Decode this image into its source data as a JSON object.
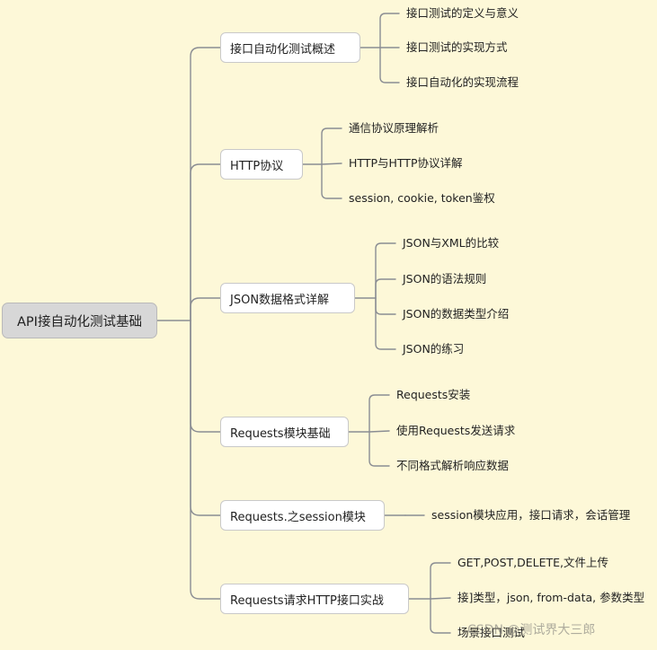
{
  "root": "API接自动化测试基础",
  "branches": [
    {
      "label": "接口自动化测试概述",
      "children": [
        "接口测试的定义与意义",
        "接口测试的实现方式",
        "接口自动化的实现流程"
      ]
    },
    {
      "label": "HTTP协议",
      "children": [
        "通信协议原理解析",
        "HTTP与HTTP协议详解",
        "session, cookie, token鉴权"
      ]
    },
    {
      "label": "JSON数据格式详解",
      "children": [
        "JSON与XML的比较",
        "JSON的语法规则",
        "JSON的数据类型介绍",
        "JSON的练习"
      ]
    },
    {
      "label": "Requests模块基础",
      "children": [
        "Requests安装",
        "使用Requests发送请求",
        "不同格式解析响应数据"
      ]
    },
    {
      "label": "Requests.之session模块",
      "children": [
        "session模块应用，接口请求，会话管理"
      ]
    },
    {
      "label": "Requests请求HTTP接口实战",
      "children": [
        "GET,POST,DELETE,文件上传",
        "接]类型，json, from-data, 参数类型",
        "场景接口测试"
      ]
    }
  ],
  "watermark": "CSDN @测试界大三郎",
  "colors": {
    "background": "#fdf8d8",
    "root_fill": "#d7d7d7",
    "node_fill": "#ffffff",
    "line": "#8a8d93"
  }
}
